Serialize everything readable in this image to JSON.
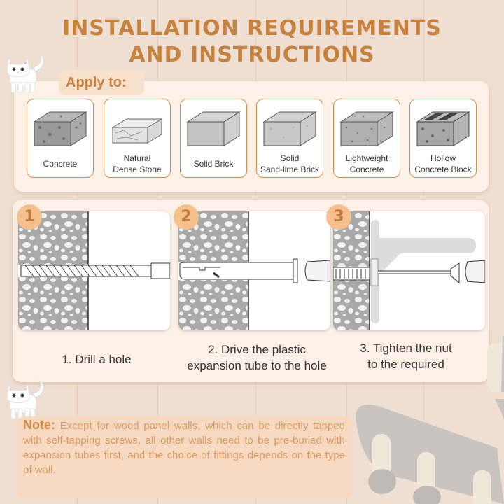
{
  "header": {
    "title_line1": "INSTALLATION REQUIREMENTS",
    "title_line2": "AND INSTRUCTIONS"
  },
  "apply_section": {
    "label": "Apply to:",
    "materials": [
      {
        "icon": "concrete-block-icon",
        "label": "Concrete"
      },
      {
        "icon": "natural-stone-block-icon",
        "label": "Natural\nDense Stone"
      },
      {
        "icon": "solid-brick-icon",
        "label": "Solid Brick"
      },
      {
        "icon": "sand-lime-brick-icon",
        "label": "Solid\nSand-lime Brick"
      },
      {
        "icon": "lightweight-concrete-icon",
        "label": "Lightweight\nConcrete"
      },
      {
        "icon": "hollow-concrete-block-icon",
        "label": "Hollow\nConcrete Block"
      }
    ]
  },
  "steps": [
    {
      "number": "1",
      "icon": "drill-bit-in-wall-icon",
      "caption": "1. Drill a hole"
    },
    {
      "number": "2",
      "icon": "expansion-tube-icon",
      "caption": "2. Drive the plastic\nexpansion tube to the hole"
    },
    {
      "number": "3",
      "icon": "screw-bracket-icon",
      "caption": "3. Tighten the nut\nto the required"
    }
  ],
  "note": {
    "lead": "Note:",
    "text": " Except for wood panel walls, which can be directly tapped with self-tapping screws, all other walls need to be pre-buried with expansion tubes first, and the choice of fittings depends on the type of wall."
  },
  "colors": {
    "accent": "#c8823f",
    "background": "#efdfd2",
    "card": "#fdf1e7",
    "badge": "#f5c08e",
    "note_bg": "#f6d9c0"
  }
}
